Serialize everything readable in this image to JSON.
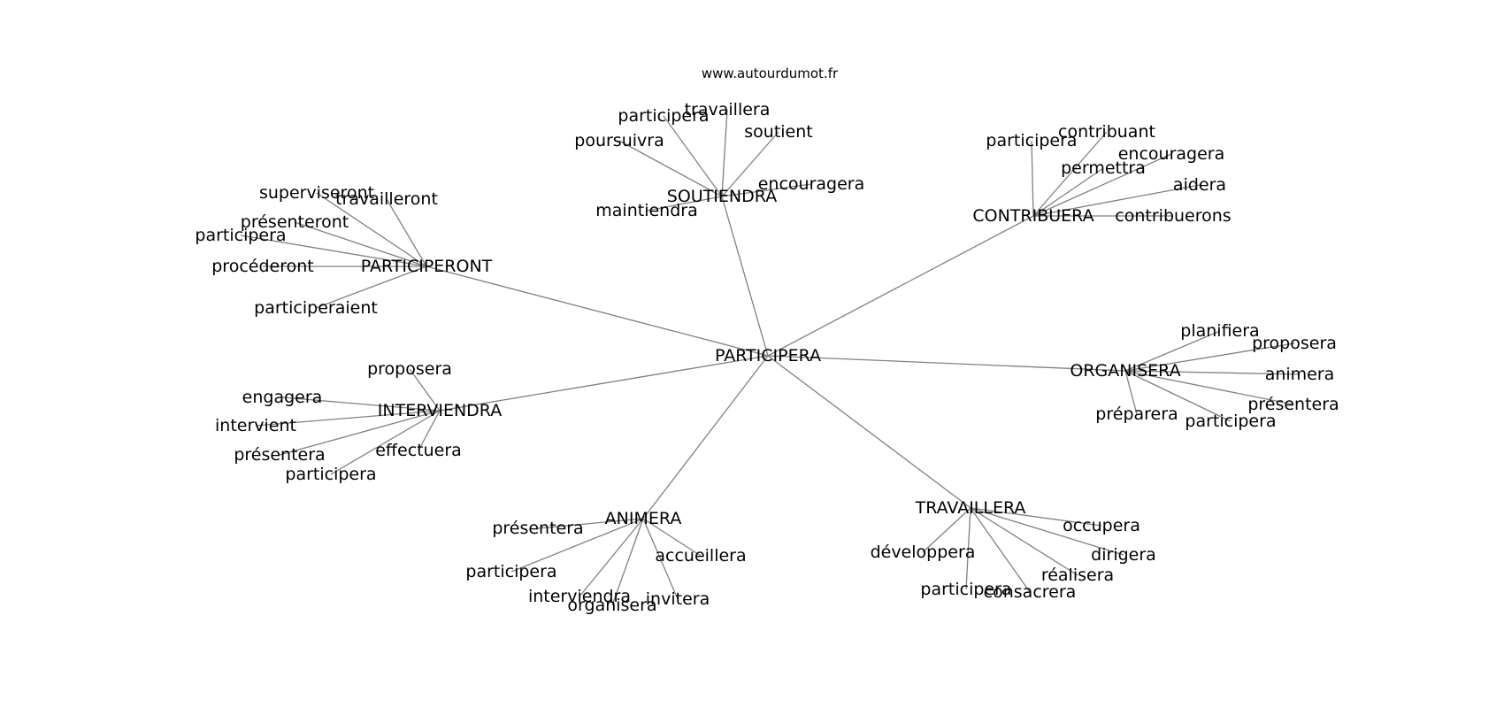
{
  "site": "www.autourdumot.fr",
  "center": {
    "label": "PARTICIPERA"
  },
  "groups": [
    {
      "label": "SOUTIENDRA",
      "children": [
        "participera",
        "travaillera",
        "soutient",
        "poursuivra",
        "encouragera",
        "maintiendra"
      ]
    },
    {
      "label": "CONTRIBUERA",
      "children": [
        "participera",
        "contribuant",
        "encouragera",
        "permettra",
        "aidera",
        "contribuerons"
      ]
    },
    {
      "label": "PARTICIPERONT",
      "children": [
        "superviseront",
        "travailleront",
        "présenteront",
        "participera",
        "procéderont",
        "participeraient"
      ]
    },
    {
      "label": "ORGANISERA",
      "children": [
        "planifiera",
        "proposera",
        "animera",
        "présentera",
        "préparera",
        "participera"
      ]
    },
    {
      "label": "INTERVIENDRA",
      "children": [
        "proposera",
        "engagera",
        "intervient",
        "présentera",
        "effectuera",
        "participera"
      ]
    },
    {
      "label": "ANIMERA",
      "children": [
        "présentera",
        "accueillera",
        "participera",
        "interviendra",
        "organisera",
        "invitera"
      ]
    },
    {
      "label": "TRAVAILLERA",
      "children": [
        "occupera",
        "développera",
        "dirigera",
        "réalisera",
        "participera",
        "consacrera"
      ]
    }
  ]
}
